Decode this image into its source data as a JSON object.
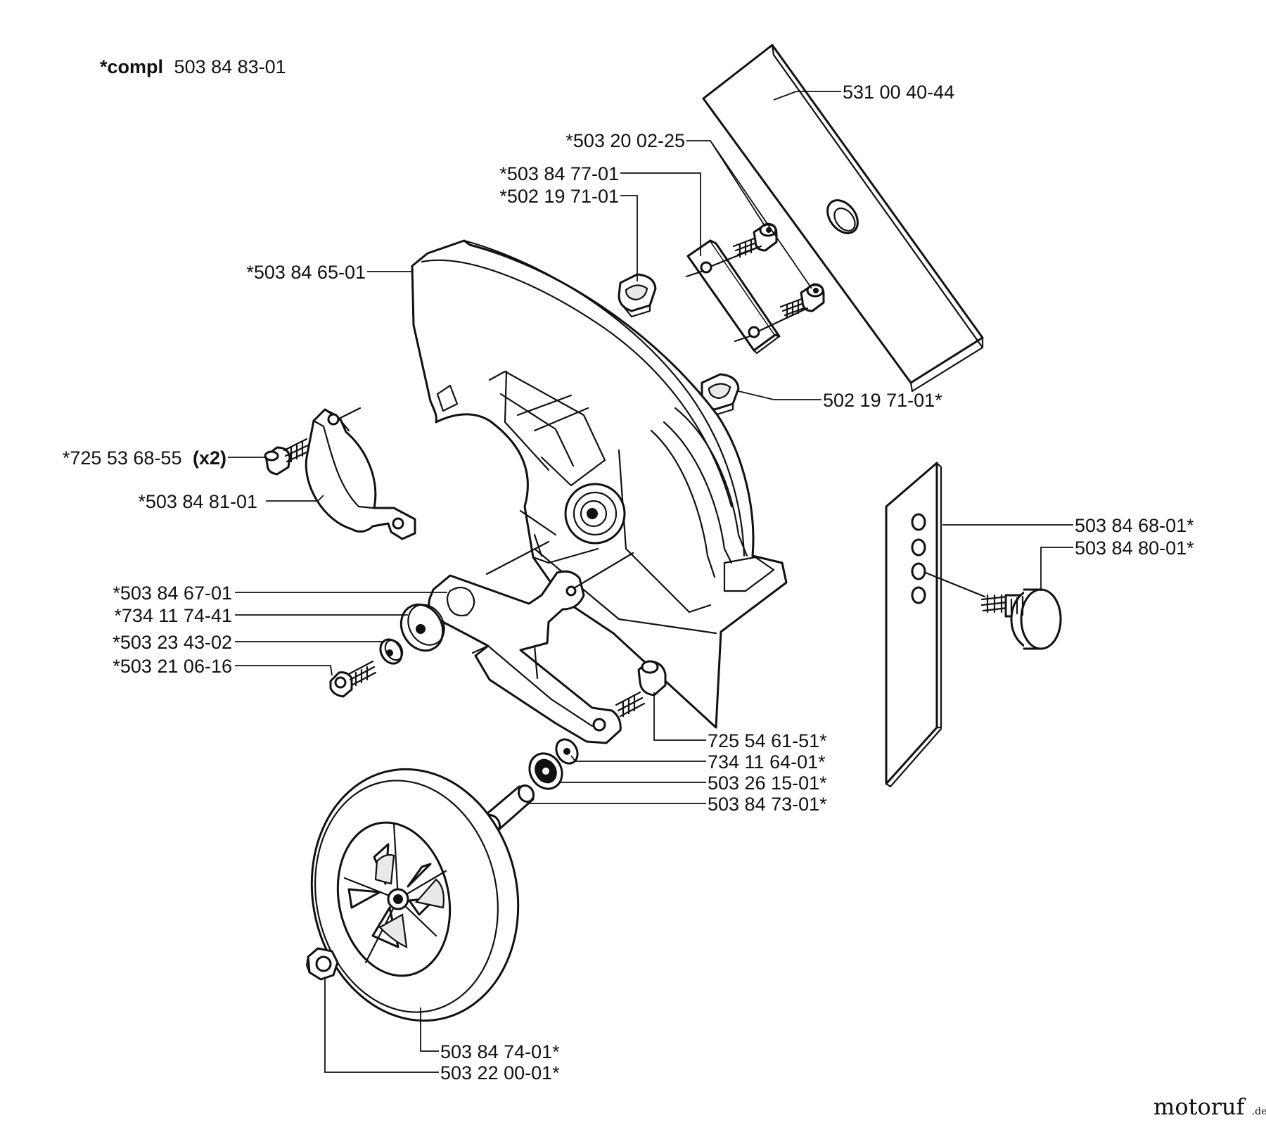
{
  "header": {
    "compl_prefix": "*compl",
    "compl_number": "503 84 83-01"
  },
  "labels": {
    "blade": "531 00 40-44",
    "screw_503_20_02_25": "*503 20 02-25",
    "plate_503_84_77_01": "*503 84 77-01",
    "nut_502_19_71_01_a": "*502 19 71-01",
    "guard_503_84_65_01": "*503 84 65-01",
    "nut_502_19_71_01_b": "502 19 71-01*",
    "screw_725_53_68_55": "*725 53 68-55",
    "screw_725_53_68_55_qty": "(x2)",
    "clamp_503_84_81_01": "*503 84 81-01",
    "bracket_503_84_68_01": "503 84 68-01*",
    "knob_503_84_80_01": "503 84 80-01*",
    "arm_503_84_67_01": "*503 84 67-01",
    "washer_734_11_74_41": "*734 11 74-41",
    "washer_503_23_43_02": "*503 23 43-02",
    "screw_503_21_06_16": "*503 21 06-16",
    "screw_725_54_61_51": "725 54 61-51*",
    "washer_734_11_64_01": "734 11 64-01*",
    "bearing_503_26_15_01": "503 26 15-01*",
    "sleeve_503_84_73_01": "503 84 73-01*",
    "wheel_503_84_74_01": "503 84 74-01*",
    "nut_503_22_00_01": "503 22 00-01*"
  },
  "watermark": {
    "main": "motoruf",
    "suffix": ".de",
    "color": "#2a3f8f"
  }
}
